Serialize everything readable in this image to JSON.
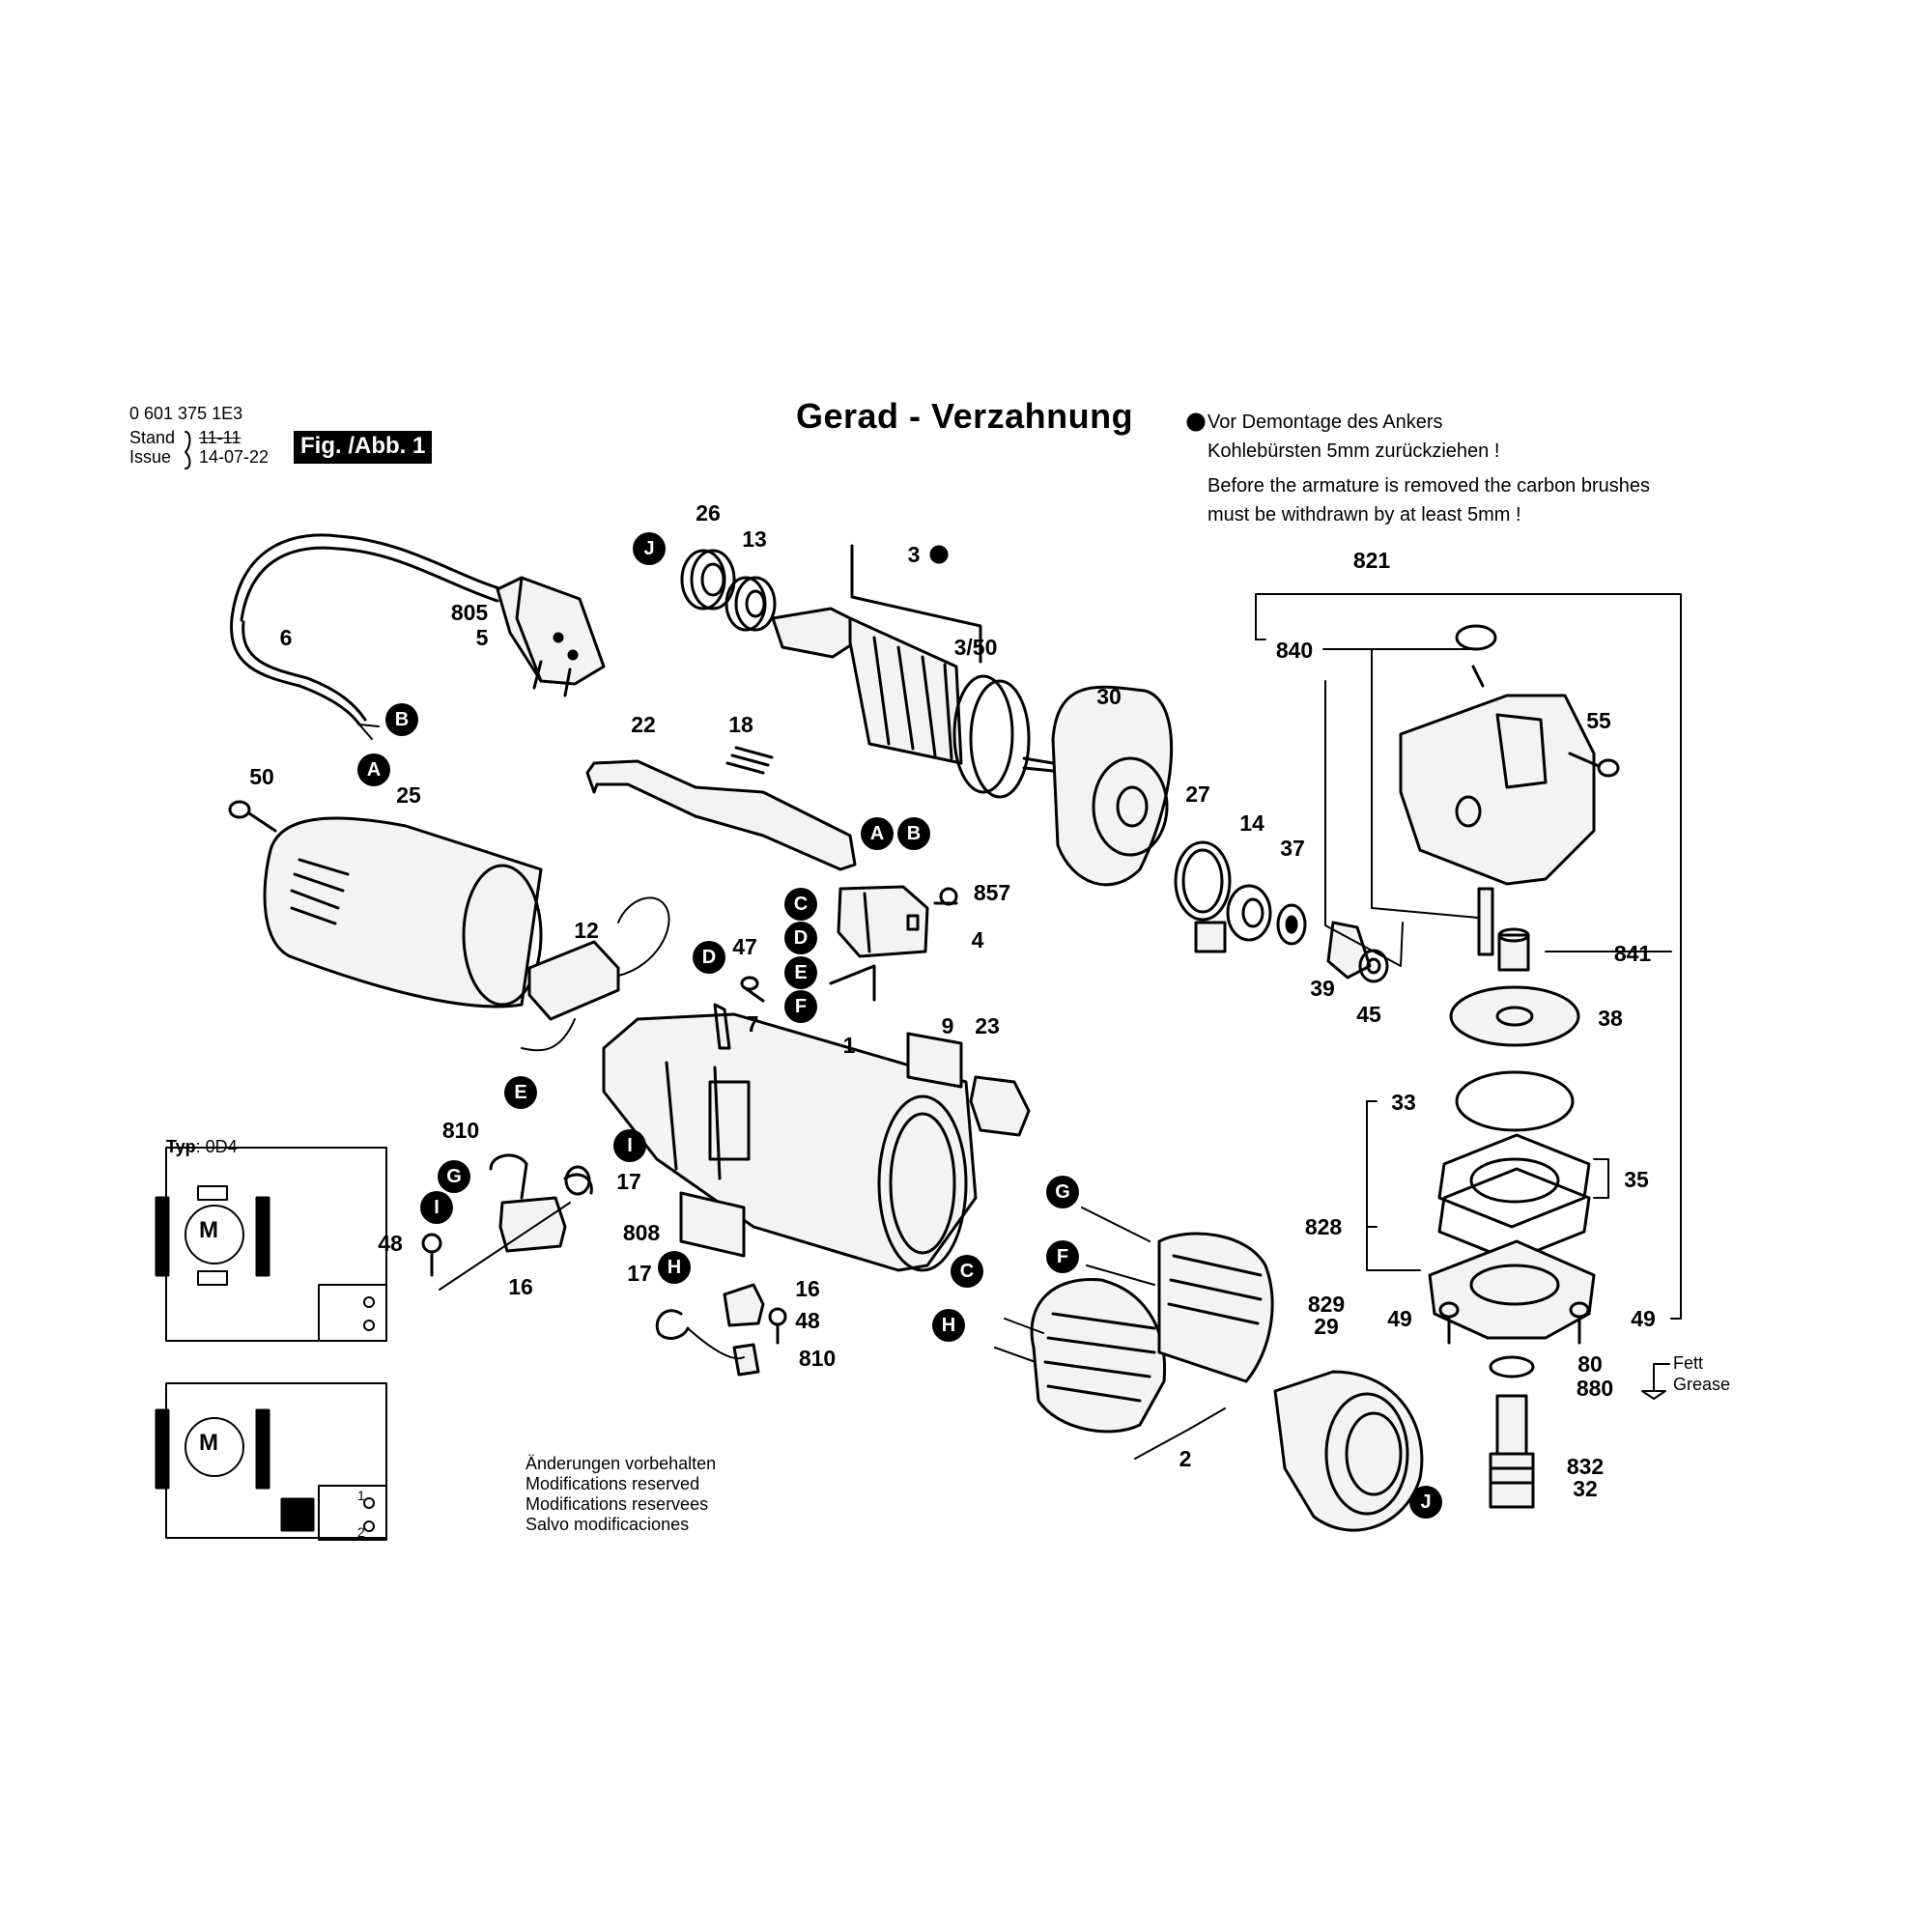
{
  "header": {
    "code": "0 601 375 1E3",
    "stand": "Stand",
    "issue": "Issue",
    "stand_date_struck": "11-11",
    "issue_date": "14-07-22",
    "fig_label": "Fig. /Abb. 1"
  },
  "title": "Gerad - Verzahnung",
  "armature_note": {
    "de_line1": "Vor Demontage des Ankers",
    "de_line2": "Kohlebürsten 5mm zurückziehen !",
    "en_line1": "Before the armature is removed the carbon brushes",
    "en_line2": "must be withdrawn by at least 5mm !"
  },
  "type_label": {
    "key": "Typ",
    "value": ": 0D4"
  },
  "modifications": [
    "Änderungen vorbehalten",
    "Modifications reserved",
    "Modifications reservees",
    "Salvo modificaciones"
  ],
  "grease": {
    "de": "Fett",
    "en": "Grease"
  },
  "switch_positions": [
    "1",
    "2"
  ],
  "motor_symbol": "M",
  "part_labels": [
    "26",
    "13",
    "3",
    "3/50",
    "805",
    "5",
    "6",
    "22",
    "18",
    "30",
    "55",
    "50",
    "25",
    "27",
    "14",
    "37",
    "857",
    "4",
    "12",
    "47",
    "7",
    "1",
    "9",
    "23",
    "39",
    "45",
    "38",
    "810",
    "17",
    "48",
    "16",
    "808",
    "17",
    "16",
    "48",
    "810",
    "33",
    "35",
    "828",
    "49",
    "49",
    "829",
    "29",
    "2",
    "80",
    "880",
    "832",
    "32",
    "821",
    "840",
    "841"
  ],
  "connector_markers": [
    "J",
    "B",
    "A",
    "A",
    "B",
    "C",
    "D",
    "D",
    "E",
    "F",
    "E",
    "I",
    "G",
    "I",
    "G",
    "H",
    "F",
    "C",
    "H",
    "J"
  ]
}
